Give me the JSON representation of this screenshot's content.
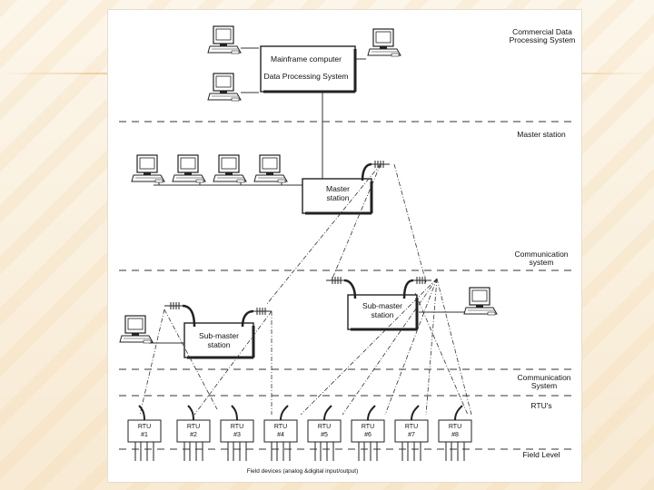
{
  "labels": {
    "mainframe_line1": "Mainframe computer",
    "mainframe_line2": "Data Processing System",
    "master_line1": "Master",
    "master_line2": "station",
    "submaster_left_line1": "Sub-master",
    "submaster_left_line2": "station",
    "submaster_right_line1": "Sub-master",
    "submaster_right_line2": "station",
    "field_devices": "Field devices (analog &digital input/output)"
  },
  "levels": [
    {
      "line1": "Commercial Data",
      "line2": "Processing System"
    },
    {
      "line1": "Master station",
      "line2": ""
    },
    {
      "line1": "Communication",
      "line2": "system"
    },
    {
      "line1": "Communication",
      "line2": "System"
    },
    {
      "line1": "RTU's",
      "line2": ""
    },
    {
      "line1": "Field Level",
      "line2": ""
    }
  ],
  "rtus": [
    {
      "name": "RTU",
      "num": "#1"
    },
    {
      "name": "RTU",
      "num": "#2"
    },
    {
      "name": "RTU",
      "num": "#3"
    },
    {
      "name": "RTU",
      "num": "#4"
    },
    {
      "name": "RTU",
      "num": "#5"
    },
    {
      "name": "RTU",
      "num": "#6"
    },
    {
      "name": "RTU",
      "num": "#7"
    },
    {
      "name": "RTU",
      "num": "#8"
    }
  ],
  "icons": [
    "computer-terminal-icon",
    "antenna-icon"
  ],
  "colors": {
    "line": "#333333",
    "background": "#fbf3e4",
    "slide": "#ffffff"
  }
}
